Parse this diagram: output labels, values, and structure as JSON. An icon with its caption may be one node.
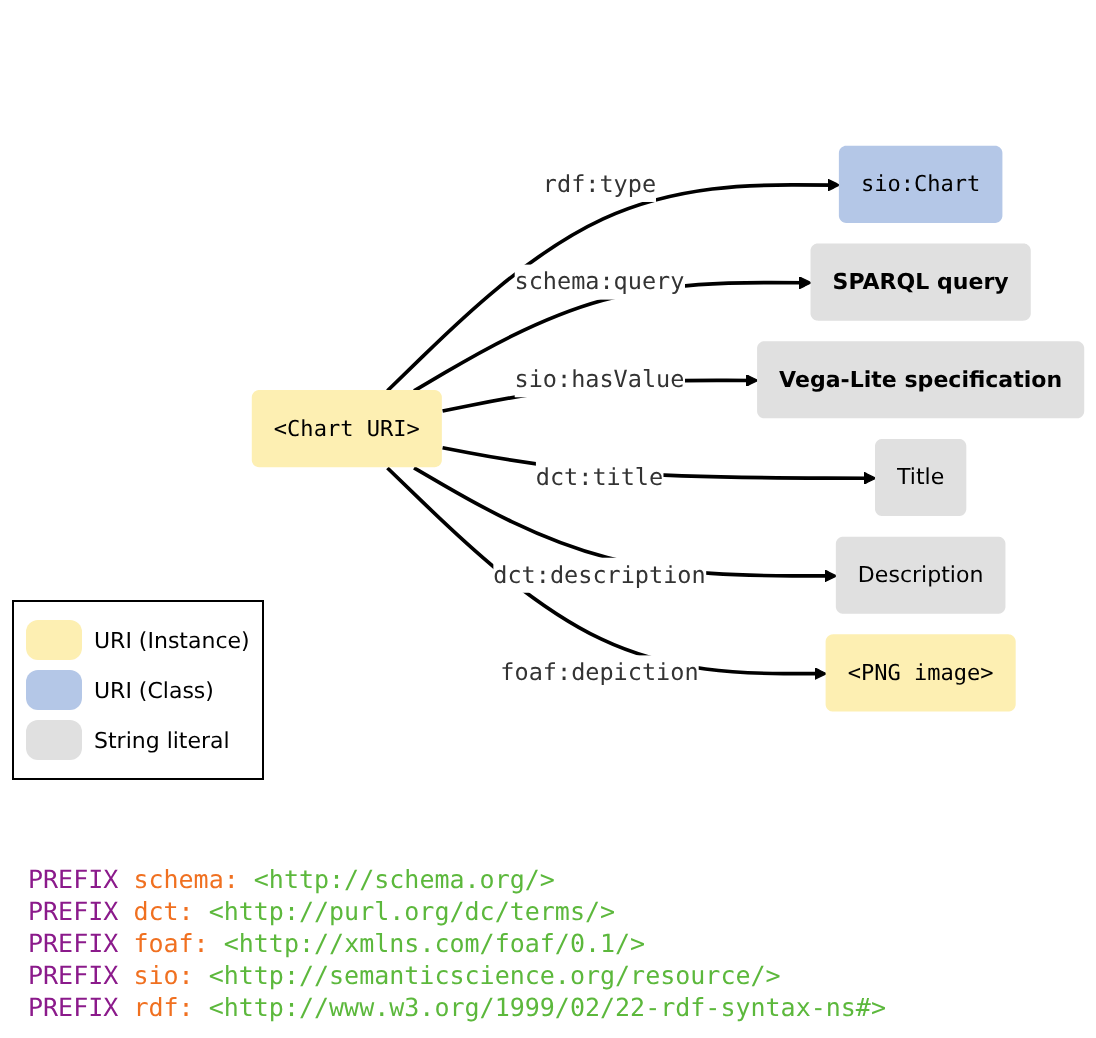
{
  "diagram": {
    "nodes": [
      {
        "text": [
          "<Chart URI>"
        ]
      },
      {
        "text": [
          "sio:Chart"
        ]
      },
      {
        "text": [
          "SPARQL query"
        ]
      },
      {
        "text": [
          "Vega-Lite specification"
        ]
      },
      {
        "text": [
          "Title"
        ]
      },
      {
        "text": [
          "Description"
        ]
      },
      {
        "text": [
          "<PNG image>"
        ]
      }
    ],
    "edges": [
      {
        "from": 0,
        "to": 1,
        "arrow": "to",
        "label": "rdf:type"
      },
      {
        "from": 0,
        "to": 2,
        "arrow": "to",
        "label": "schema:query"
      },
      {
        "from": 0,
        "to": 3,
        "arrow": "to",
        "label": "sio:hasValue"
      },
      {
        "from": 0,
        "to": 4,
        "arrow": "to",
        "label": "dct:title"
      },
      {
        "from": 0,
        "to": 5,
        "arrow": "to",
        "label": "dct:description"
      },
      {
        "from": 0,
        "to": 6,
        "arrow": "to",
        "label": "foaf:depiction"
      }
    ],
    "labels": [
      "PREFIX schema: <http://schema.org/>",
      "PREFIX dct: <http://purl.org/dc/terms/>",
      "PREFIX foaf: <http://xmlns.com/foaf/0.1/>",
      "PREFIX sio: <http://semanticscience.org/resource/>",
      "PREFIX rdf: <http://www.w3.org/1999/02/22-rdf-syntax-ns#>"
    ],
    "legend": [
      {
        "text": "URI (Instance)",
        "color": "#fdefb2"
      },
      {
        "text": "URI (Class)",
        "color": "#b4c7e7"
      },
      {
        "text": "String literal",
        "color": "#e0e0e0"
      }
    ]
  }
}
